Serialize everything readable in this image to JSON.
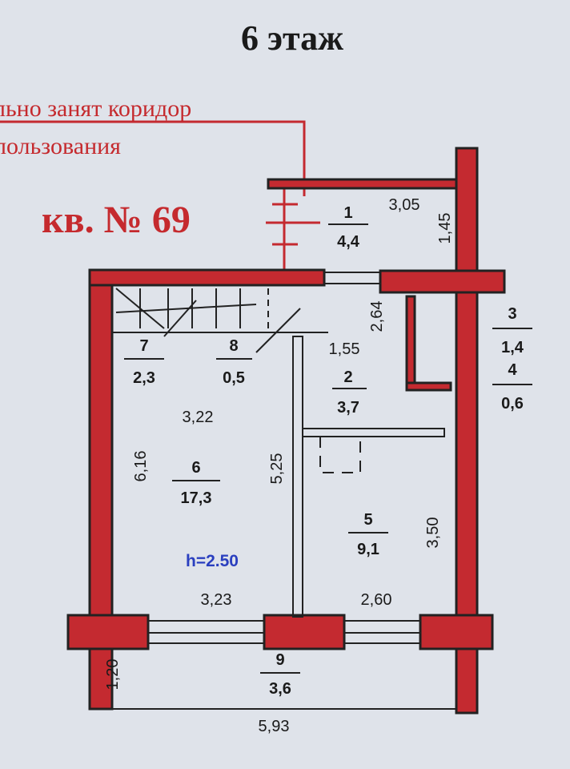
{
  "header": {
    "title": "6 этаж"
  },
  "notes": {
    "line1": "льно занят коридор",
    "line2": "пользования"
  },
  "apartment": {
    "label": "кв. № 69",
    "height": "h=2.50"
  },
  "rooms": [
    {
      "number": "1",
      "area": "4,4"
    },
    {
      "number": "2",
      "area": "3,7"
    },
    {
      "number": "3",
      "area": "1,4"
    },
    {
      "number": "4",
      "area": "0,6"
    },
    {
      "number": "5",
      "area": "9,1"
    },
    {
      "number": "6",
      "area": "17,3"
    },
    {
      "number": "7",
      "area": "2,3"
    },
    {
      "number": "8",
      "area": "0,5"
    },
    {
      "number": "9",
      "area": "3,6"
    }
  ],
  "dimensions": {
    "d305": "3,05",
    "d145": "1,45",
    "d264": "2,64",
    "d155": "1,55",
    "d322": "3,22",
    "d616": "6,16",
    "d525": "5,25",
    "d350": "3,50",
    "d323": "3,23",
    "d260": "2,60",
    "d120": "1,20",
    "d593": "5,93"
  },
  "colors": {
    "wall": "#c42a30",
    "background": "#dfe3ea",
    "height_text": "#2a3fbf"
  }
}
